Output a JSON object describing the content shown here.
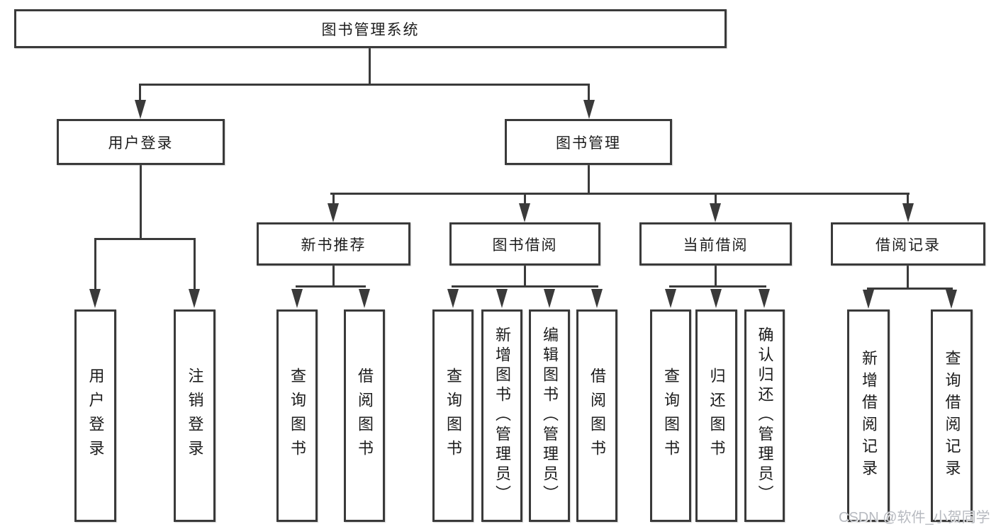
{
  "diagram": {
    "nodes": {
      "root": {
        "label": "图书管理系统"
      },
      "user_login": {
        "label": "用户登录"
      },
      "book_mgmt": {
        "label": "图书管理"
      },
      "new_book_rec": {
        "label": "新书推荐"
      },
      "book_borrow": {
        "label": "图书借阅"
      },
      "current_borrow": {
        "label": "当前借阅"
      },
      "borrow_records": {
        "label": "借阅记录"
      },
      "leaf_user_login": {
        "label": "用户登录"
      },
      "leaf_logout": {
        "label": "注销登录"
      },
      "leaf_query_books_rec": {
        "label": "查询图书"
      },
      "leaf_borrow_books_rec": {
        "label": "借阅图书"
      },
      "leaf_query_books_borrow": {
        "label": "查询图书"
      },
      "leaf_add_book_admin": {
        "label": "新增图书（管理员）"
      },
      "leaf_edit_book_admin": {
        "label": "编辑图书（管理员）"
      },
      "leaf_borrow_books_borrow": {
        "label": "借阅图书"
      },
      "leaf_query_books_current": {
        "label": "查询图书"
      },
      "leaf_return_book": {
        "label": "归还图书"
      },
      "leaf_confirm_return_admin": {
        "label": "确认归还（管理员）"
      },
      "leaf_add_borrow_record": {
        "label": "新增借阅记录"
      },
      "leaf_query_borrow_record": {
        "label": "查询借阅记录"
      }
    },
    "edges": [
      {
        "from": "图书管理系统",
        "to": [
          "用户登录",
          "图书管理"
        ]
      },
      {
        "from": "用户登录",
        "to": [
          "用户登录",
          "注销登录"
        ]
      },
      {
        "from": "图书管理",
        "to": [
          "新书推荐",
          "图书借阅",
          "当前借阅",
          "借阅记录"
        ]
      },
      {
        "from": "新书推荐",
        "to": [
          "查询图书",
          "借阅图书"
        ]
      },
      {
        "from": "图书借阅",
        "to": [
          "查询图书",
          "新增图书（管理员）",
          "编辑图书（管理员）",
          "借阅图书"
        ]
      },
      {
        "from": "当前借阅",
        "to": [
          "查询图书",
          "归还图书",
          "确认归还（管理员）"
        ]
      },
      {
        "from": "借阅记录",
        "to": [
          "新增借阅记录",
          "查询借阅记录"
        ]
      }
    ]
  },
  "watermark": {
    "text": "CSDN @软件_小贺同学"
  },
  "colors": {
    "line": "#3a3a3a",
    "box_border": "#3a3a3a",
    "box_background": "#ffffff",
    "background": "#ffffff",
    "text": "#1c1c1c",
    "watermark": "#b7bac0"
  }
}
